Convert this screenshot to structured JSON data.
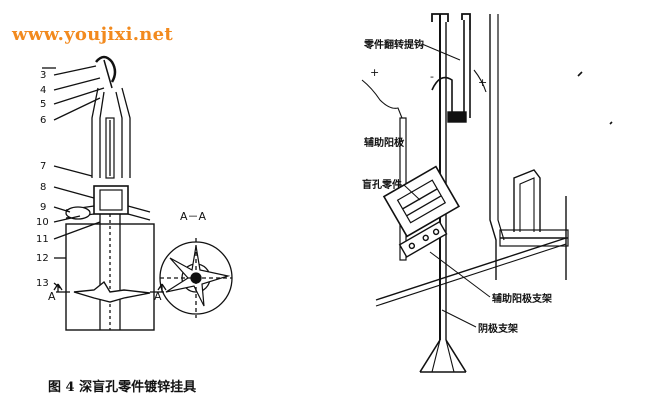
{
  "watermark": "www.youjixi.net",
  "caption": "图 4  深盲孔零件镀锌挂具",
  "left_figure": {
    "part_numbers": [
      "3",
      "4",
      "5",
      "6",
      "7",
      "8",
      "9",
      "10",
      "11",
      "12",
      "13"
    ],
    "section_marks": [
      "A",
      "A"
    ],
    "section_title": "A－A"
  },
  "right_figure": {
    "labels": {
      "flip_hook": "零件翻转提钩",
      "aux_anode": "辅助阳极",
      "blind_part": "盲孔零件",
      "aux_anode_bracket": "辅助阳极支架",
      "cathode_bracket": "阴极支架"
    },
    "polarity": [
      "+",
      "-",
      "+"
    ]
  }
}
